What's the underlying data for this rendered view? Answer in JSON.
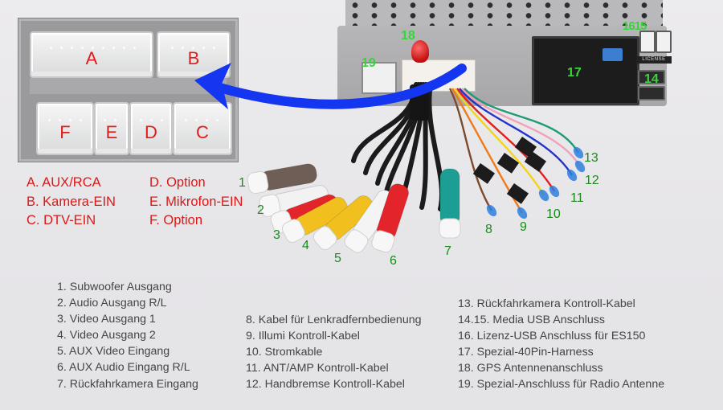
{
  "connector_panel": {
    "labels": [
      "A",
      "B",
      "C",
      "D",
      "E",
      "F"
    ]
  },
  "connector_legend": {
    "left": [
      "A. AUX/RCA",
      "B. Kamera-EIN",
      "C. DTV-EIN"
    ],
    "right": [
      "D. Option",
      "E. Mikrofon-EIN",
      "F. Option"
    ]
  },
  "unit": {
    "callouts": {
      "c14": "14",
      "c1615": "1615",
      "c17": "17",
      "c18": "18",
      "c19": "19"
    },
    "license_tag": "LICENSE"
  },
  "cable_callouts": [
    "1",
    "2",
    "3",
    "4",
    "5",
    "6",
    "7",
    "8",
    "9",
    "10",
    "11",
    "12",
    "13"
  ],
  "descriptions": {
    "column1": [
      "1. Subwoofer Ausgang",
      "2. Audio Ausgang R/L",
      "3. Video Ausgang 1",
      "4. Video Ausgang 2",
      "5. AUX Video Eingang",
      "6. AUX Audio Eingang R/L",
      "7. Rückfahrkamera Eingang"
    ],
    "column2": [
      "8. Kabel für Lenkradfernbedienung",
      "9. Illumi Kontroll-Kabel",
      "10. Stromkable",
      "11. ANT/AMP Kontroll-Kabel",
      "12. Handbremse Kontroll-Kabel"
    ],
    "column3": [
      "13. Rückfahrkamera Kontroll-Kabel",
      "14.15. Media USB Anschluss",
      "16. Lizenz-USB Anschluss für ES150",
      "17. Spezial-40Pin-Harness",
      "18. GPS Antennenanschluss",
      "19. Spezial-Anschluss für Radio Antenne"
    ]
  },
  "colors": {
    "legend_red": "#e01616",
    "callout_green_dark": "#1a8a1c",
    "callout_green_bright": "#37d43a",
    "arrow_blue": "#1436f0",
    "text_gray": "#444446",
    "rca": [
      "#6e5e56",
      "#f2f2f2",
      "#e3242b",
      "#f2c01e",
      "#f2c01e",
      "#f4f4f4",
      "#e3242b",
      "#1d9e94"
    ],
    "wires": [
      "#7a4a2c",
      "#f07a18",
      "#f3d31c",
      "#e41c1c",
      "#2233c8",
      "#f4a0b8",
      "#1f9a78"
    ]
  }
}
